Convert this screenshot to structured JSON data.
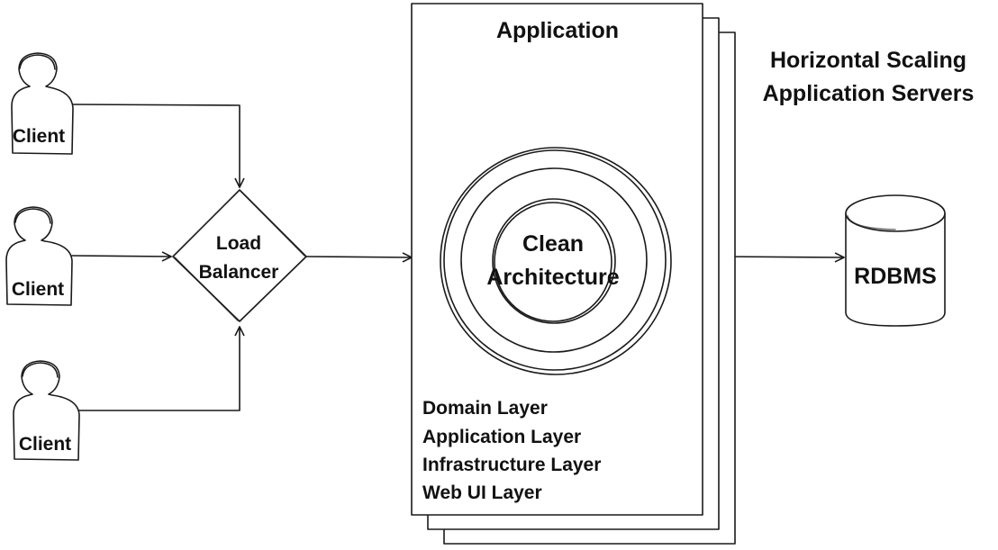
{
  "clients": [
    {
      "label": "Client"
    },
    {
      "label": "Client"
    },
    {
      "label": "Client"
    }
  ],
  "load_balancer": {
    "line1": "Load",
    "line2": "Balancer"
  },
  "application": {
    "title": "Application",
    "core": {
      "line1": "Clean",
      "line2": "Architecture"
    },
    "layers": [
      "Domain Layer",
      "Application Layer",
      "Infrastructure Layer",
      "Web UI Layer"
    ]
  },
  "scaling_note": {
    "line1": "Horizontal Scaling",
    "line2": "Application Servers"
  },
  "database": {
    "label": "RDBMS"
  },
  "colors": {
    "stroke": "#1a1a1a",
    "text": "#111111",
    "background": "#ffffff"
  }
}
